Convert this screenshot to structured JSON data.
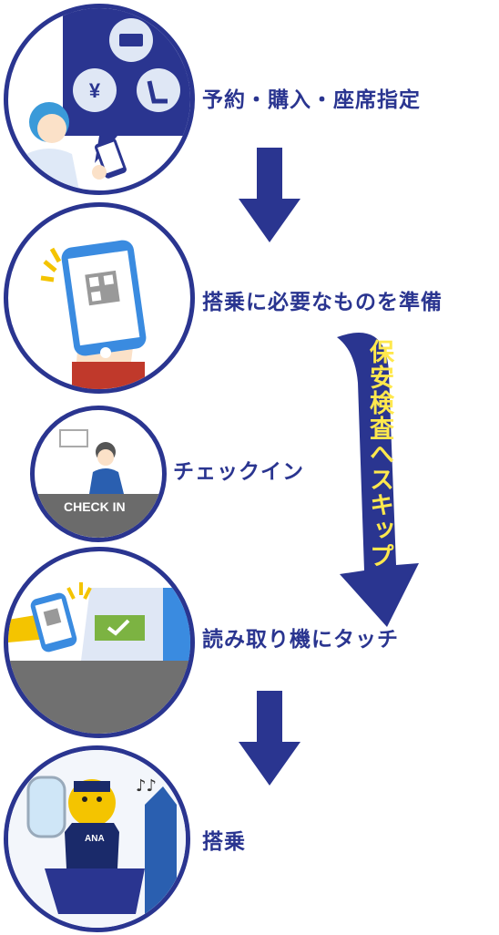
{
  "steps": [
    {
      "label": "予約・購入・座席指定"
    },
    {
      "label": "搭乗に必要なものを準備"
    },
    {
      "label": "チェックイン"
    },
    {
      "label": "読み取り機にタッチ"
    },
    {
      "label": "搭乗"
    }
  ],
  "skip_arrow": {
    "label": "保安検査へスキップ"
  },
  "check_in_sign": "CHECK IN",
  "character_badge": "ANA",
  "colors": {
    "navy": "#2a3590",
    "skip_text": "#ffe84d",
    "accent_green": "#7cb342"
  }
}
